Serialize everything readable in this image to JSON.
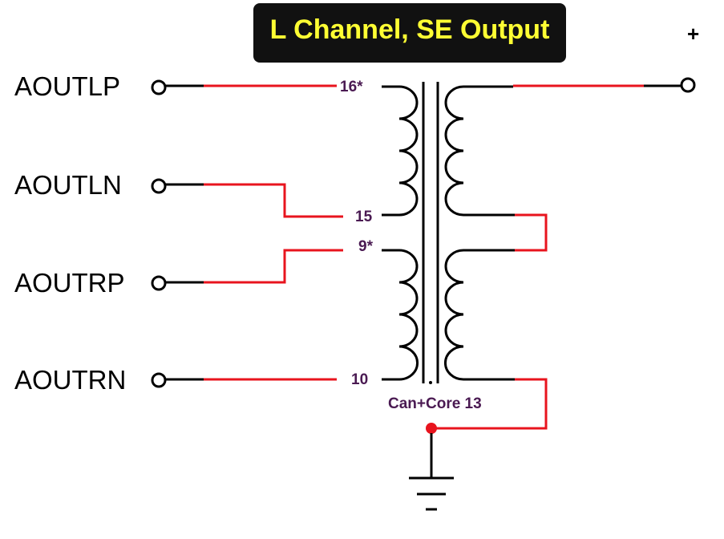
{
  "title": "L Channel, SE Output",
  "ports": [
    {
      "label": "AOUTLP",
      "pin": "16*"
    },
    {
      "label": "AOUTLN",
      "pin": "15"
    },
    {
      "label": "AOUTRP",
      "pin": "9*"
    },
    {
      "label": "AOUTRN",
      "pin": "10"
    }
  ],
  "output_plus": "+",
  "core_label": "Can+Core 13",
  "colors": {
    "wire": "#e8141e",
    "line": "#000000",
    "title_bg": "#111111",
    "title_text": "#ffff33",
    "pin_text": "#4a1a52"
  }
}
